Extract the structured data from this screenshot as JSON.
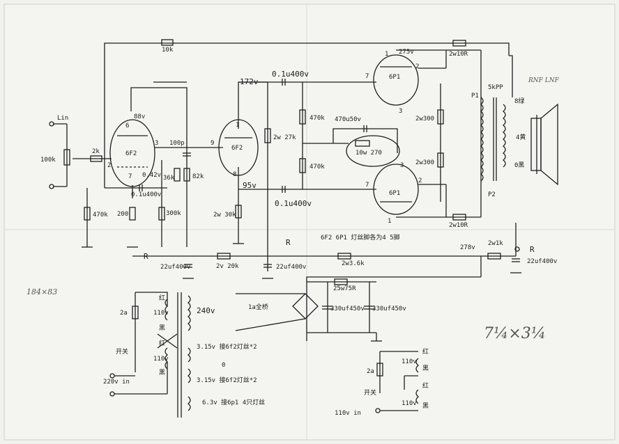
{
  "input": {
    "lin": "Lin",
    "pot": "100k",
    "r_grid": "2k"
  },
  "stage1": {
    "tube": "6F2",
    "plate_v": "88v",
    "pin_6": "6",
    "pin_3": "3",
    "pin_2": "2",
    "pin_7": "7",
    "cath_v": "0.42v",
    "c_coupling": "0.1u400v",
    "r_200": "200",
    "r_grid_leak": "470k",
    "r_plate": "300k",
    "c_100p": "100p",
    "r_36k": "36k",
    "r_82k": "82k",
    "r_fb": "10k"
  },
  "stage2": {
    "tube": "6F2",
    "plate_v": "172v",
    "pin_1": "1",
    "pin_9": "9",
    "pin_8": "8",
    "cath_v": "95v",
    "r_cath": "2w 30k",
    "r_27k": "2w 27k",
    "c_top": "0.1u400v",
    "c_bottom": "0.1u400v",
    "r_470k_a": "470k",
    "r_470k_b": "470k"
  },
  "output": {
    "tube_top": "6P1",
    "tube_bottom": "6P1",
    "plate_v": "275v",
    "pin_top_7": "7",
    "pin_top_2": "2",
    "pin_top_1": "1",
    "pin_top_3": "3",
    "pin_bot_3": "3",
    "pin_bot_7": "7",
    "pin_bot_2": "2",
    "pin_bot_1": "1",
    "r_screen_top": "2w10R",
    "r_screen_bot": "2w10R",
    "r_g2_a": "2w300",
    "r_g2_b": "2w300",
    "cap_cath": "470u50v",
    "r_cath": "10w 270",
    "note": "6F2  6P1 灯丝脚各为4  5脚"
  },
  "transformer_out": {
    "impedance": "5kPP",
    "p1": "P1",
    "p2": "P2",
    "tap_8": "8绿",
    "tap_4": "4黄",
    "tap_0": "0黑",
    "fb_note": "RNF LNF"
  },
  "supply": {
    "b_plus": "278v",
    "r_1k": "2w1k",
    "r_3k6": "2w3.6k",
    "r_20k": "2v 20k",
    "c_a": "22uf400v",
    "c_b": "22uf400v",
    "c_c": "22uf400v",
    "r_label": "R",
    "r_mid": "R",
    "r_right": "R",
    "r_75": "25w75R",
    "c_filter_a": "330uf450v",
    "c_filter_b": "330uf450v",
    "bridge": "1a全桥"
  },
  "power_tx": {
    "fuse": "2a",
    "red_a": "红",
    "v110_a": "110v",
    "black_a": "黑",
    "red_b": "红",
    "v110_b": "110v",
    "black_b": "黑",
    "switch": "开关",
    "mains": "220v in",
    "hv": "240v",
    "fil_a": "3.15v 接6f2灯丝*2",
    "zero": "0",
    "fil_b": "3.15v 接6f2灯丝*2",
    "fil_c": "6.3v 接6p1 4只灯丝"
  },
  "alt_wiring": {
    "fuse": "2a",
    "red_a": "红",
    "v110_a": "110v",
    "black_a": "黑",
    "red_b": "红",
    "v110_b": "110v",
    "black_b": "黑",
    "switch": "开关",
    "mains": "110v in"
  },
  "handwritten": {
    "dims_left": "184×83",
    "dims_right": "7¼×3¼"
  }
}
